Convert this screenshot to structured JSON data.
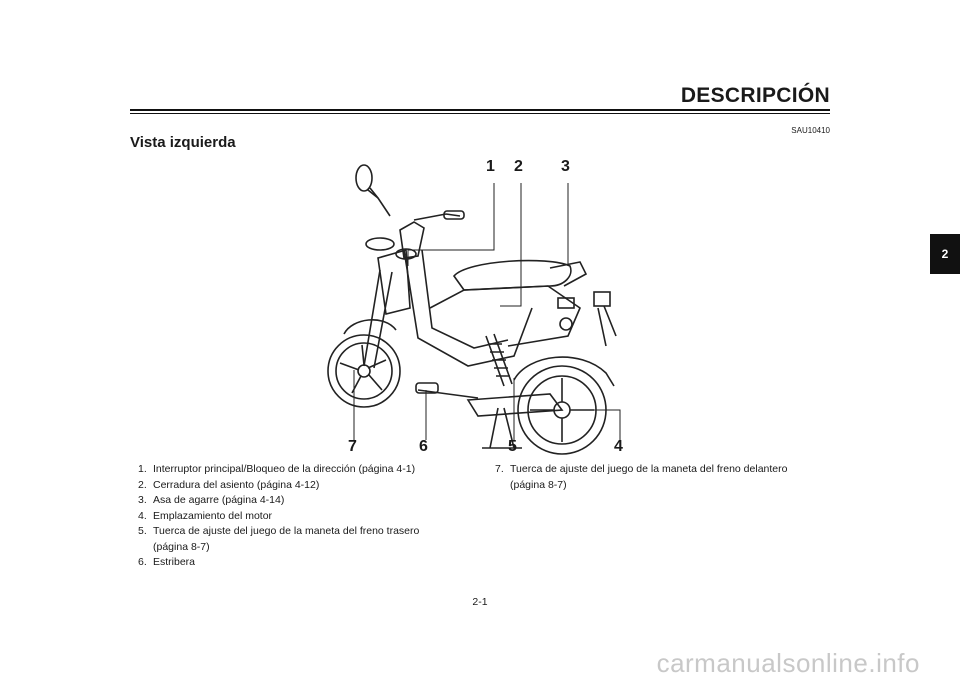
{
  "header": {
    "title": "DESCRIPCIÓN",
    "code": "SAU10410",
    "subtitle": "Vista izquierda"
  },
  "tab": {
    "label": "2"
  },
  "figure": {
    "callouts": [
      {
        "id": "c1",
        "label": "1"
      },
      {
        "id": "c2",
        "label": "2"
      },
      {
        "id": "c3",
        "label": "3"
      },
      {
        "id": "c4",
        "label": "4"
      },
      {
        "id": "c5",
        "label": "5"
      },
      {
        "id": "c6",
        "label": "6"
      },
      {
        "id": "c7",
        "label": "7"
      }
    ]
  },
  "legend": {
    "left": [
      {
        "num": "1.",
        "text": "Interruptor principal/Bloqueo de la dirección (página 4-1)"
      },
      {
        "num": "2.",
        "text": "Cerradura del asiento (página 4-12)"
      },
      {
        "num": "3.",
        "text": "Asa de agarre (página 4-14)"
      },
      {
        "num": "4.",
        "text": "Emplazamiento del motor"
      },
      {
        "num": "5.",
        "text": "Tuerca de ajuste del juego de la maneta del freno trasero\n(página 8-7)"
      },
      {
        "num": "6.",
        "text": "Estribera"
      }
    ],
    "right": [
      {
        "num": "7.",
        "text": "Tuerca de ajuste del juego de la maneta del freno delantero\n(página 8-7)"
      }
    ]
  },
  "footer": {
    "page": "2-1",
    "watermark": "carmanualsonline.info"
  }
}
